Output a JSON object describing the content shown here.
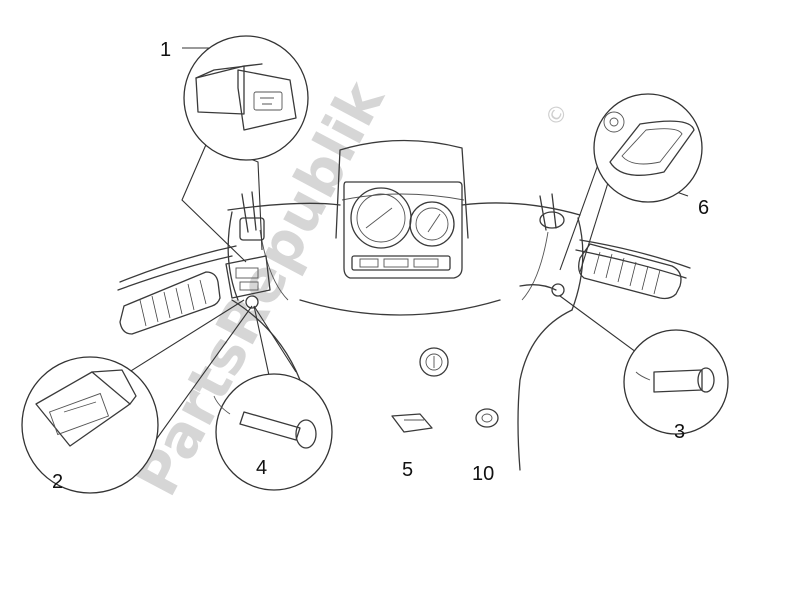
{
  "watermark": {
    "text": "PartsRepublik",
    "copyright": "©"
  },
  "callouts": [
    {
      "id": "c1",
      "label": "1"
    },
    {
      "id": "c2",
      "label": "2"
    },
    {
      "id": "c3",
      "label": "3"
    },
    {
      "id": "c4",
      "label": "4"
    },
    {
      "id": "c5",
      "label": "5"
    },
    {
      "id": "c6",
      "label": "6"
    },
    {
      "id": "c10",
      "label": "10"
    }
  ]
}
